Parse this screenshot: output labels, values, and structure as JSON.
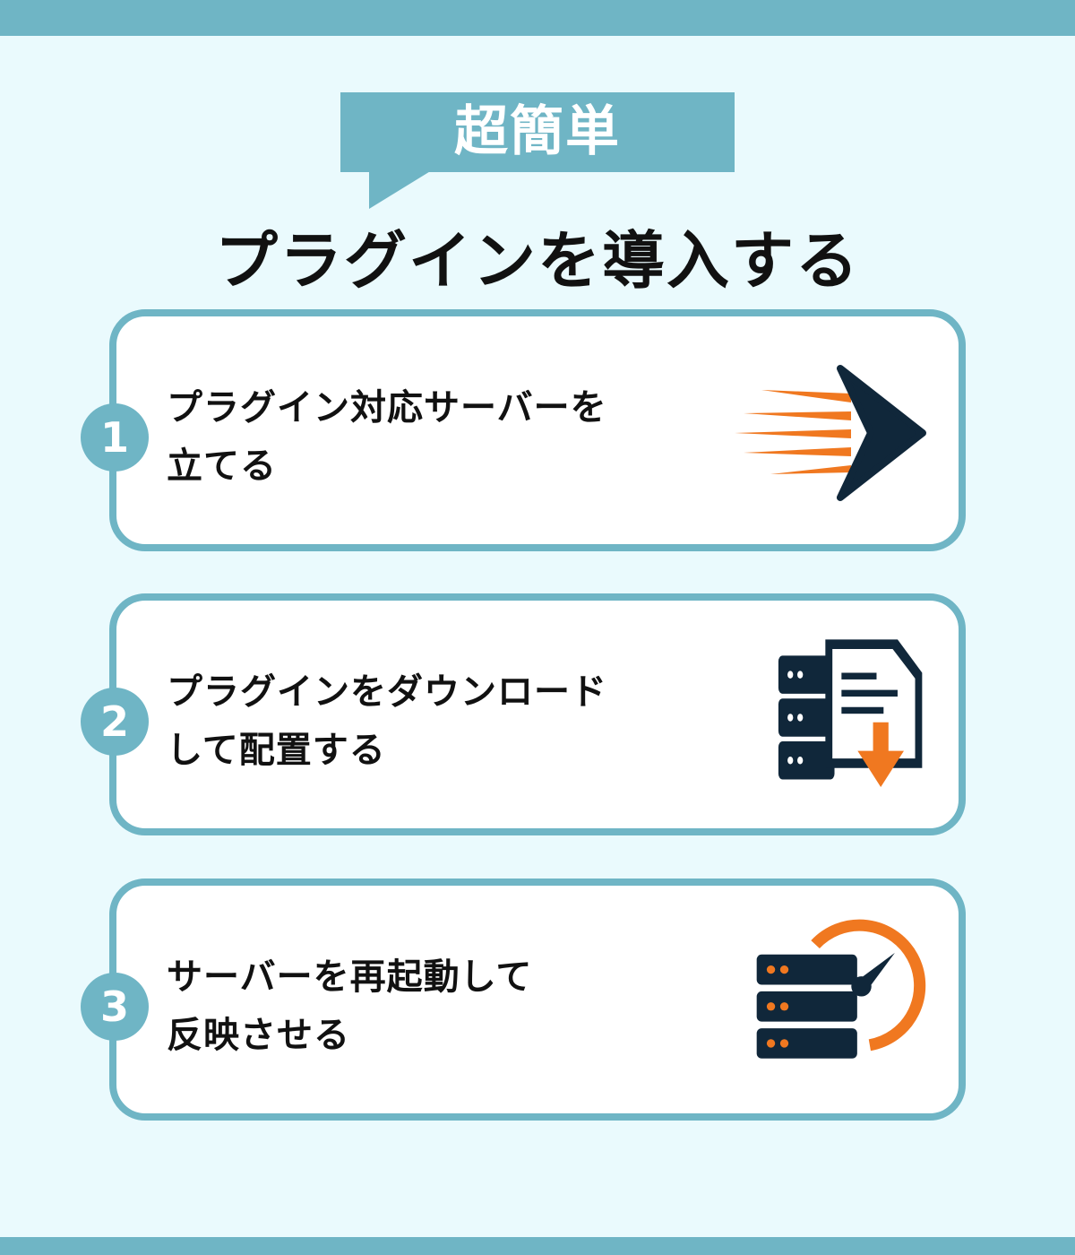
{
  "badge": "超簡単",
  "title": "プラグインを導入する",
  "steps": [
    {
      "number": "1",
      "line1": "プラグイン対応サーバーを",
      "line2": "立てる",
      "icon": "speed-arrow-icon"
    },
    {
      "number": "2",
      "line1": "プラグインをダウンロード",
      "line2": "して配置する",
      "icon": "server-download-icon"
    },
    {
      "number": "3",
      "line1": "サーバーを再起動して",
      "line2": "反映させる",
      "icon": "server-restart-gauge-icon"
    }
  ],
  "colors": {
    "accent": "#6fb5c5",
    "background": "#eafafd",
    "navy": "#10273a",
    "orange": "#f07820"
  }
}
